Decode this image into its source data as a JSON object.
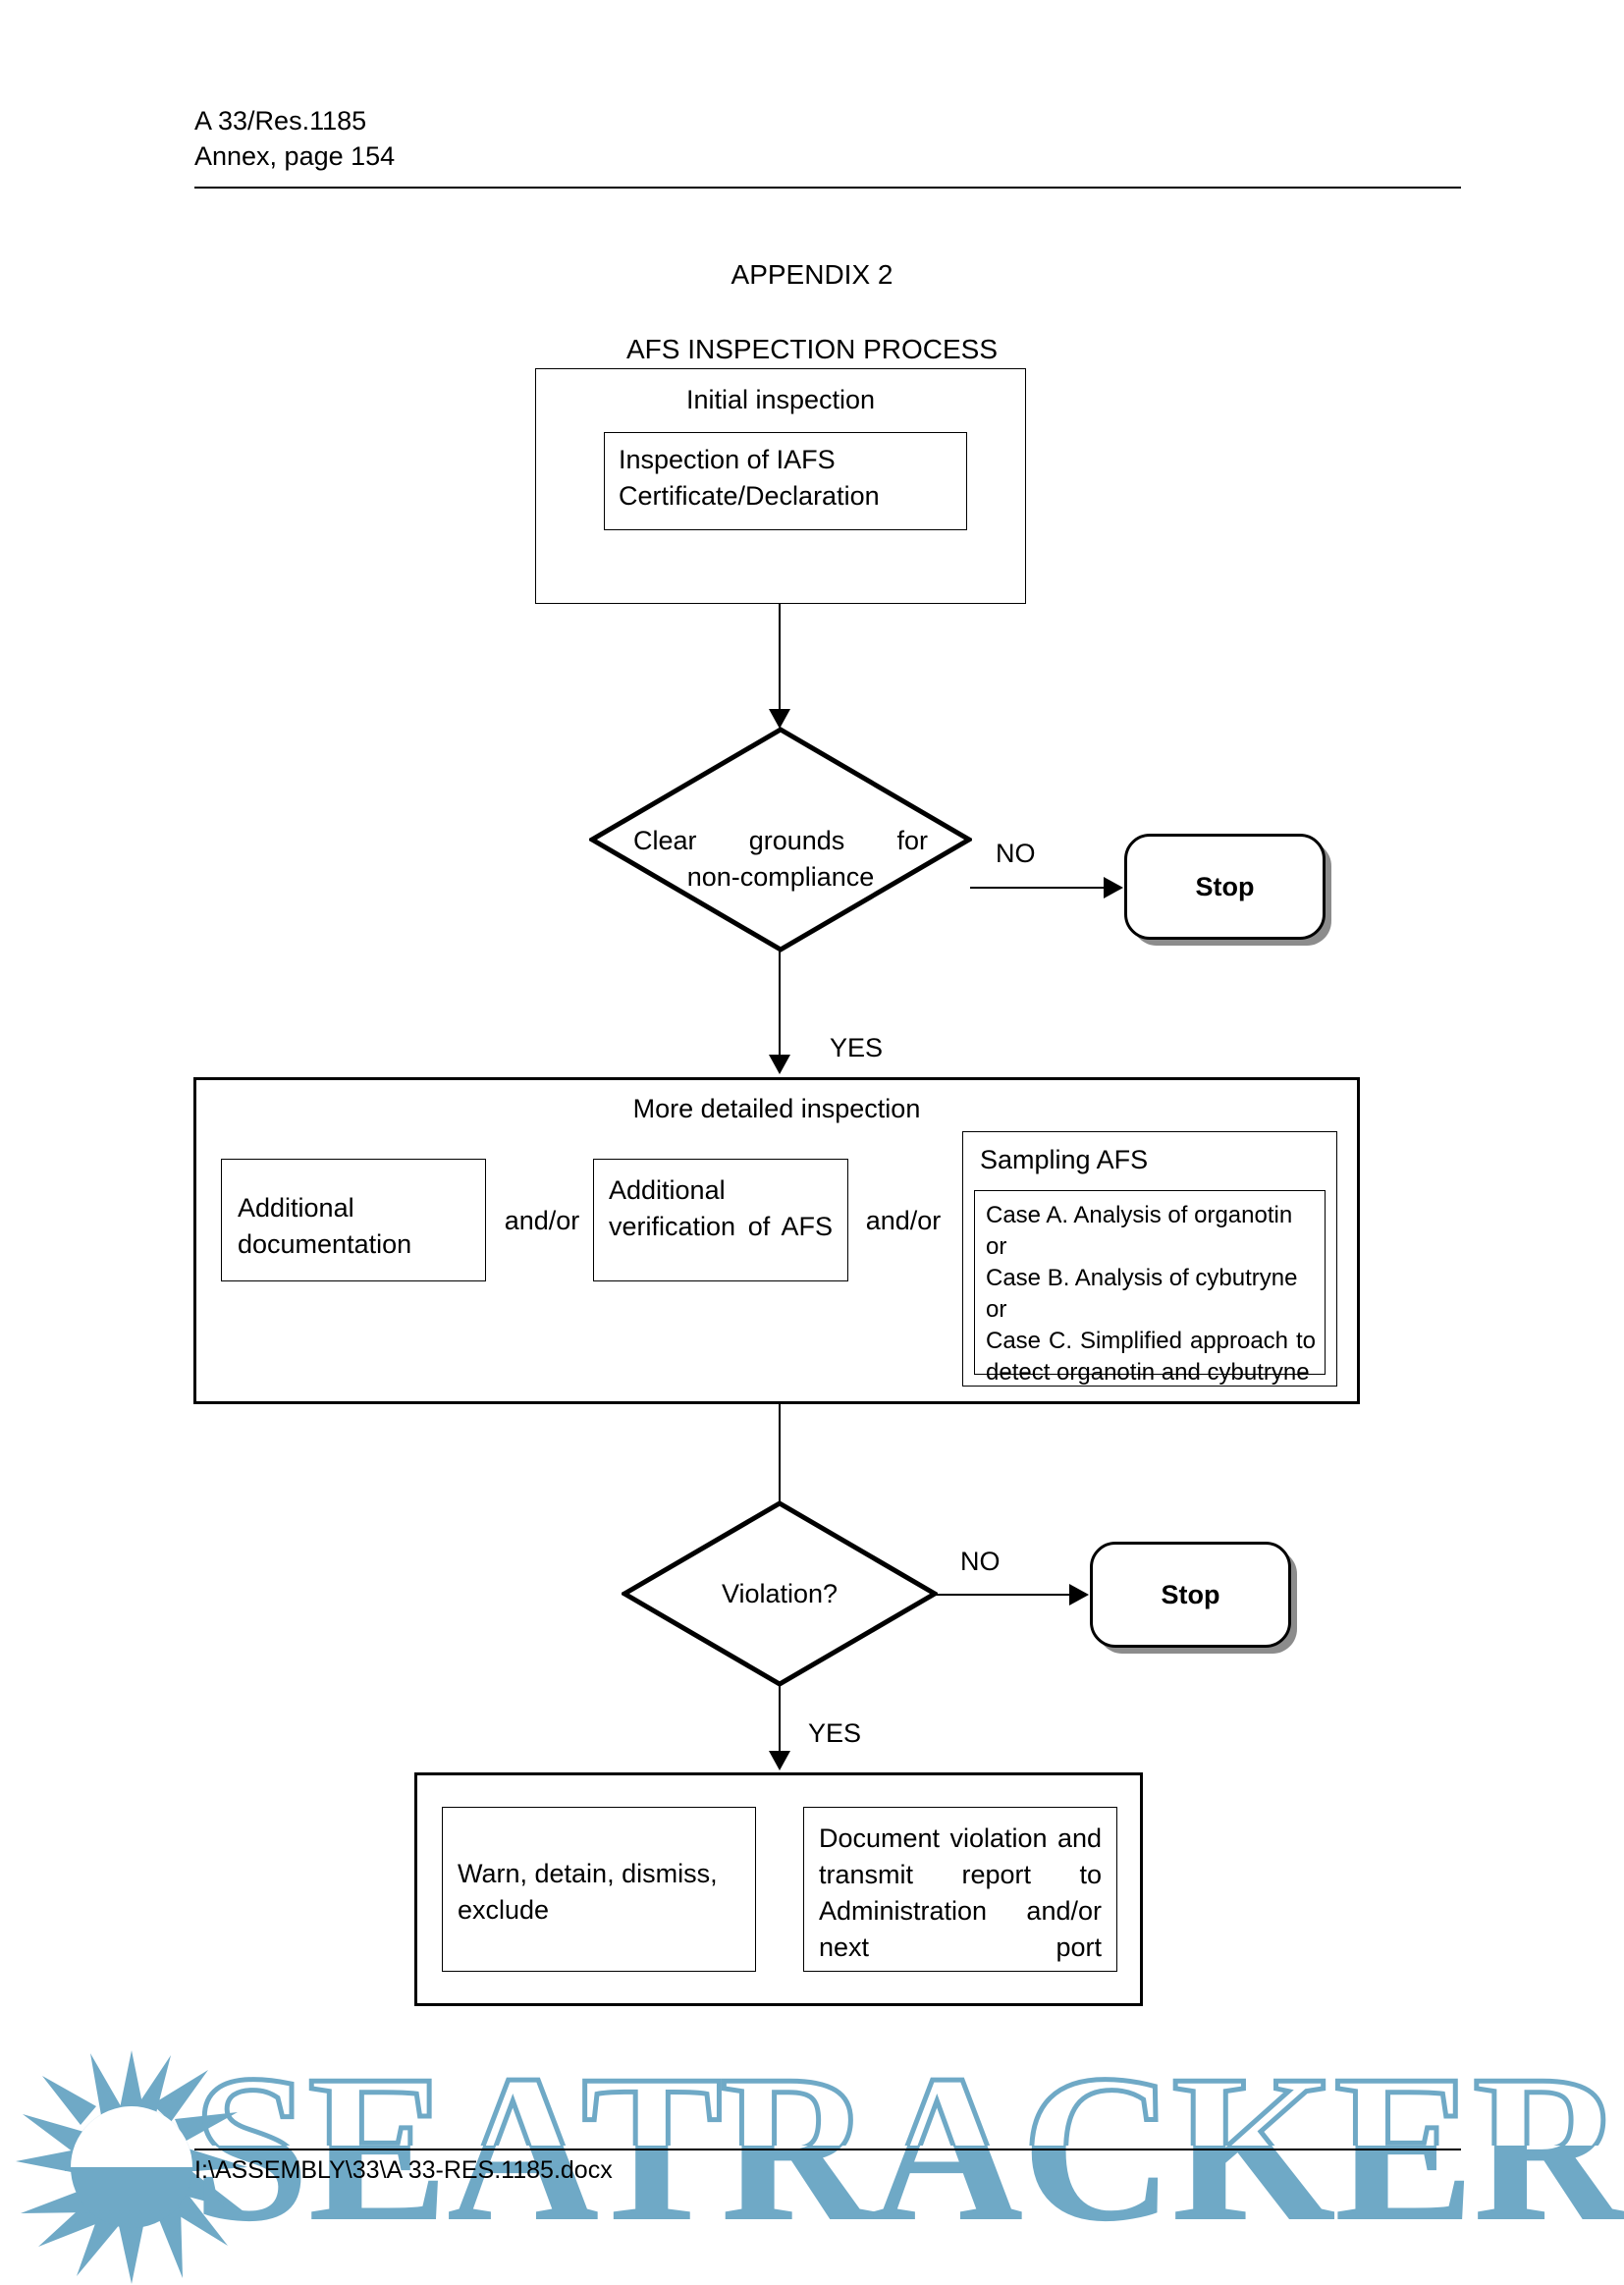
{
  "header": {
    "doc_ref": "A 33/Res.1185",
    "page_ref": "Annex, page 154",
    "combined": "A 33/Res.1185\nAnnex, page 154"
  },
  "titles": {
    "appendix": "APPENDIX 2",
    "process": "AFS INSPECTION PROCESS"
  },
  "flow": {
    "initial_inspection": {
      "label": "Initial inspection",
      "inner_text": "Inspection of IAFS\nCertificate/Declaration"
    },
    "decision_clear_grounds": {
      "text": "Clear grounds for non-compliance",
      "line1": "Clear grounds for",
      "line2": "non-compliance",
      "no_label": "NO",
      "yes_label": "YES"
    },
    "stop_1": {
      "label": "Stop"
    },
    "more_detailed_inspection": {
      "label": "More detailed inspection",
      "additional_documentation": "Additional documentation",
      "connector_1": "and/or",
      "additional_verification": "Additional verification of AFS",
      "connector_2": "and/or",
      "sampling": {
        "label": "Sampling AFS",
        "cases": [
          "Case A. Analysis of organotin",
          "or",
          "Case B. Analysis of cybutryne",
          "or",
          "Case C. Simplified approach to detect organotin and cybutryne"
        ],
        "case_a": "Case A. Analysis of organotin",
        "or_1": "or",
        "case_b": "Case B. Analysis of cybutryne",
        "or_2": "or",
        "case_c": "Case C. Simplified approach to detect organotin and cybutryne"
      }
    },
    "decision_violation": {
      "text": "Violation?",
      "no_label": "NO",
      "yes_label": "YES"
    },
    "stop_2": {
      "label": "Stop"
    },
    "actions": {
      "warn_detain": "Warn, detain, dismiss, exclude",
      "document_violation": "Document violation and transmit report to Administration and/or next port"
    }
  },
  "footer": {
    "file_path": "I:\\ASSEMBLY\\33\\A 33-RES.1185.docx"
  },
  "watermark": {
    "text": "SEATRACKER.RU",
    "color": "#6fa9c6",
    "logo": "sunburst-logo"
  }
}
